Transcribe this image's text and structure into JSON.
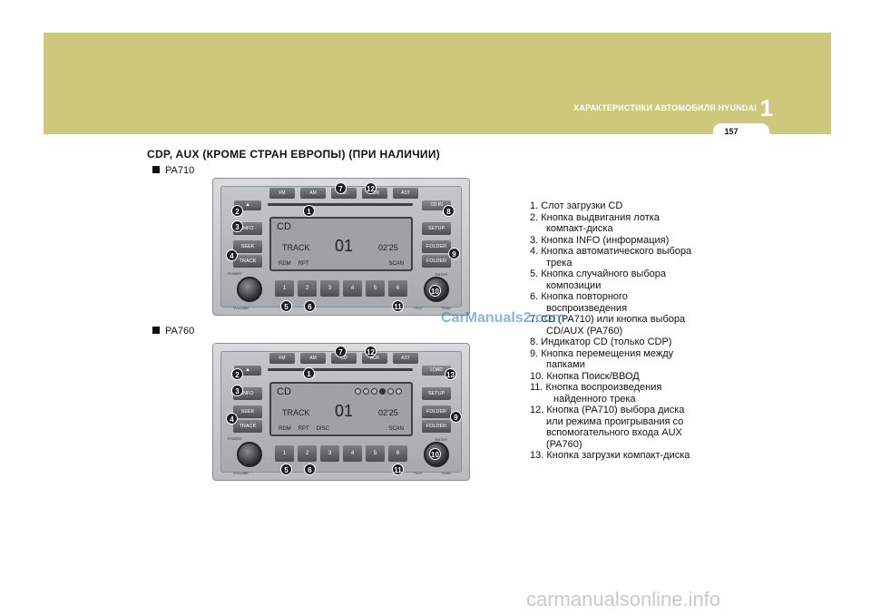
{
  "header": {
    "chapter_label": "ХАРАКТЕРИСТИКИ АВТОМОБИЛЯ HYUNDAI",
    "chapter_number": "1",
    "page_number": "157",
    "band_color": "#cdc87c"
  },
  "section_title": "CDP, AUX (КРОМЕ СТРАН ЕВРОПЫ) (ПРИ НАЛИЧИИ)",
  "models": [
    {
      "label": "PA710"
    },
    {
      "label": "PA760"
    }
  ],
  "radio": {
    "top_buttons": [
      "FM",
      "AM",
      "CD",
      "AUX",
      "AST"
    ],
    "eject": "▲",
    "left_buttons": [
      "INFO",
      "SEEK",
      "TRACK"
    ],
    "right_buttons": [
      "SETUP",
      "FOLDER",
      "FOLDER"
    ],
    "load": "LOAD",
    "cdin": "CD IN",
    "presets": [
      "1",
      "2",
      "3",
      "4",
      "5",
      "6"
    ],
    "display_mode": "CD",
    "display_track_label": "TRACK",
    "display_track": "01",
    "display_time": "02'25",
    "display_rdm": "RDM",
    "display_rpt": "RPT",
    "display_disc": "DISC",
    "display_scan": "SCAN",
    "label_volume": "VOLUME",
    "label_power": "POWER",
    "label_enter": "ENTER",
    "label_file": "FILE",
    "label_tune": "TUNE"
  },
  "callouts_a": [
    "1",
    "2",
    "3",
    "4",
    "5",
    "6",
    "7",
    "8",
    "9",
    "10",
    "11",
    "12"
  ],
  "callouts_b": [
    "1",
    "2",
    "3",
    "4",
    "5",
    "6",
    "7",
    "9",
    "10",
    "11",
    "12",
    "13"
  ],
  "legend": [
    "1. Слот загрузки CD",
    "2. Кнопка выдвигания лотка",
    "компакт-диска",
    "3. Кнопка INFO (информация)",
    "4. Кнопка автоматического выбора",
    "трека",
    "5. Кнопка случайного выбора",
    "композиции",
    "6. Кнопка повторного",
    "воспроизведения",
    "7. CD (PA710) или кнопка выбора",
    "CD/AUX (PA760)",
    "8. Индикатор CD (только CDP)",
    "9. Кнопка перемещения между",
    "папками",
    "10. Кнопка Поиск/ВВОД",
    "11. Кнопка воспроизведения",
    "найденного трека",
    "12. Кнопка  (PA710) выбора диска",
    "или режима проигрывания со",
    "вспомогательного входа  AUX",
    "(PA760)",
    "13. Кнопка загрузки компакт-диска"
  ],
  "watermark": "CarManuals2.com",
  "footer_watermark": "carmanualsonline.info"
}
